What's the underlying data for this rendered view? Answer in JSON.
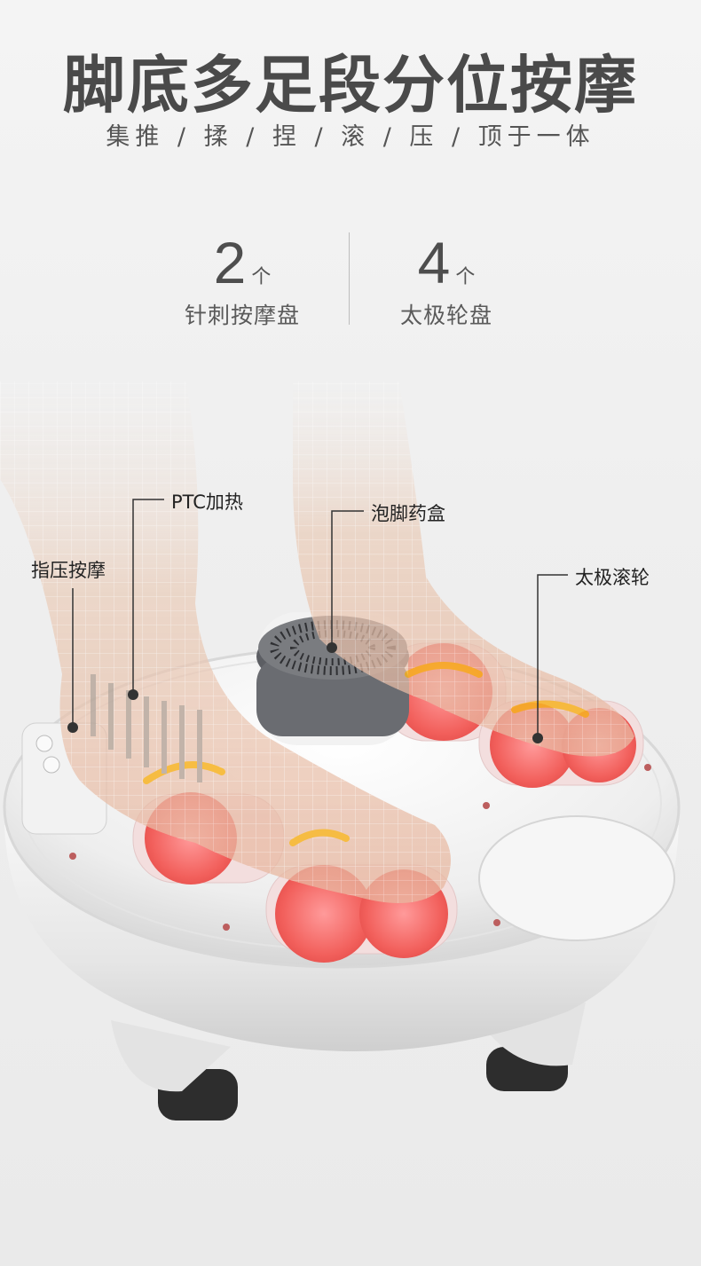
{
  "header": {
    "title": "脚底多足段分位按摩",
    "subtitle": "集推 / 揉 / 捏 / 滚 / 压 / 顶于一体"
  },
  "stats": [
    {
      "number": "2",
      "unit": "个",
      "label": "针刺按摩盘"
    },
    {
      "number": "4",
      "unit": "个",
      "label": "太极轮盘"
    }
  ],
  "callouts": {
    "ptc": "PTC加热",
    "acupressure": "指压按摩",
    "herb_box": "泡脚药盒",
    "taiji_roller": "太极滚轮"
  }
}
